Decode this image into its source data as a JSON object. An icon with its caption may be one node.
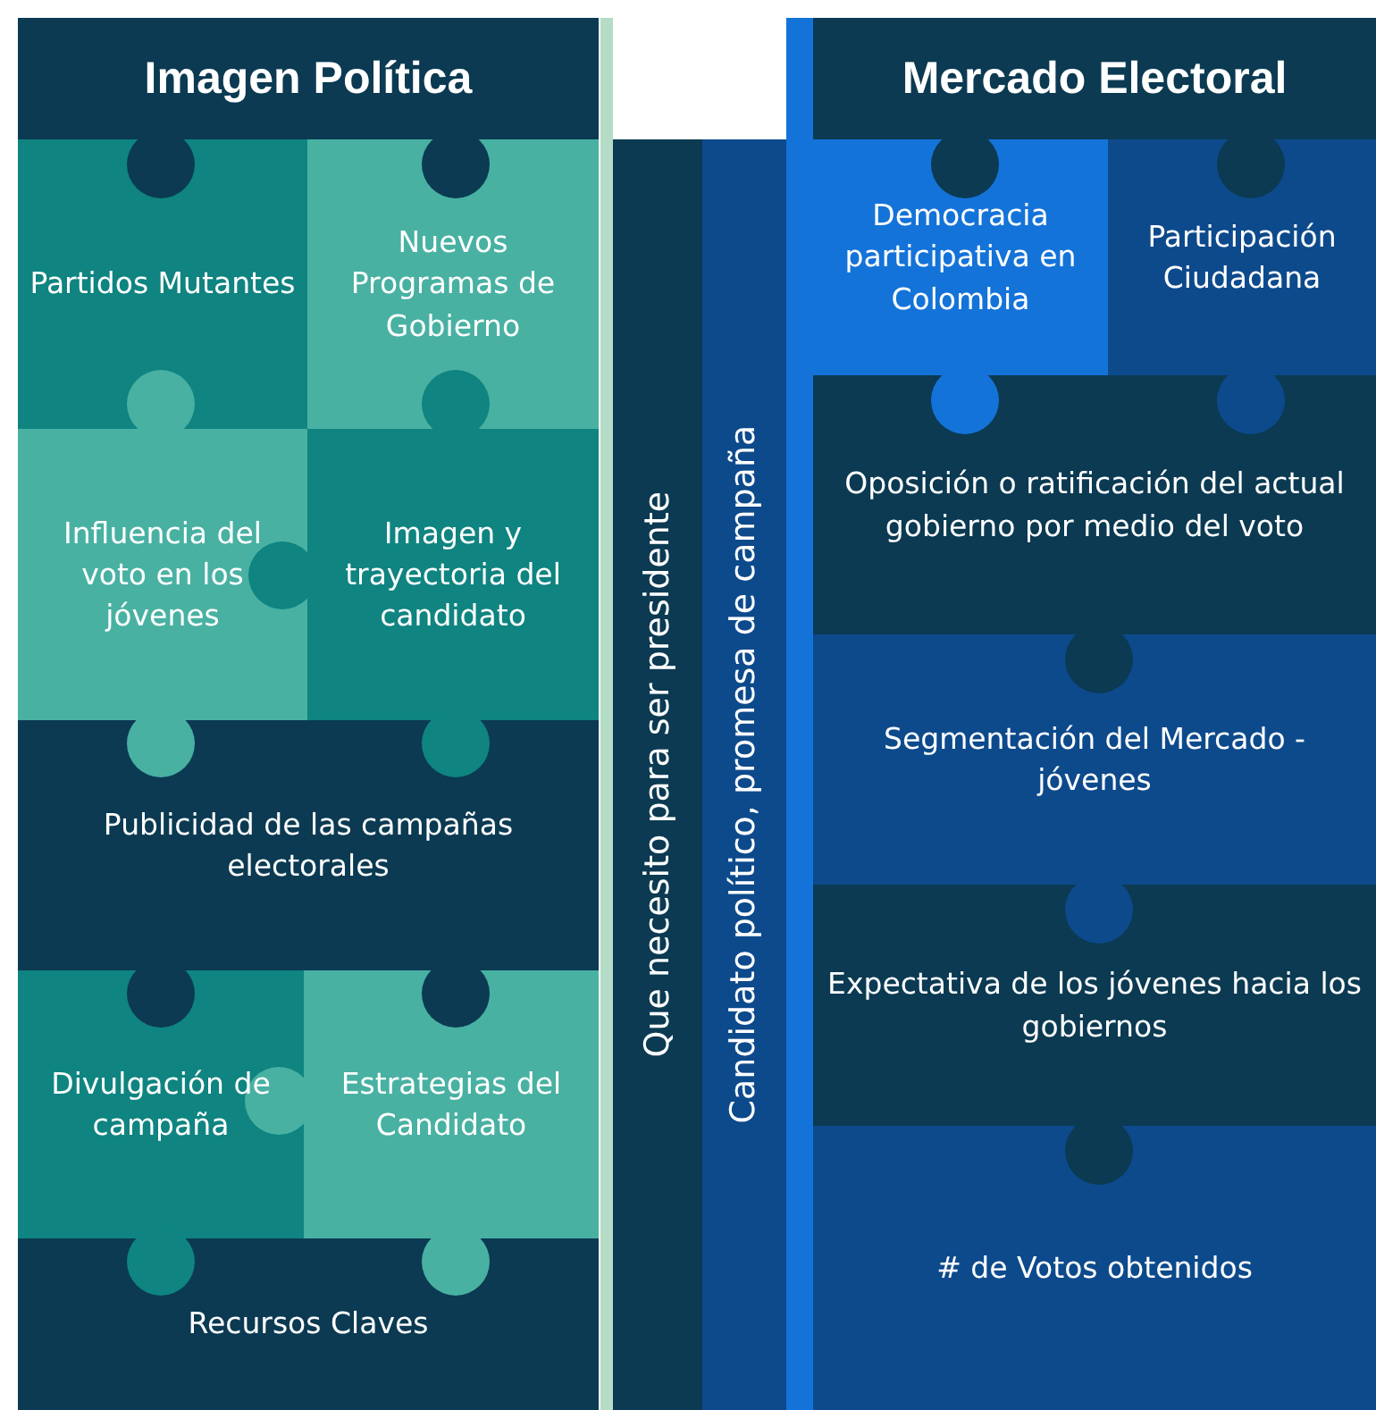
{
  "diagram": {
    "nodes": [
      {
        "text": [
          "Imagen Política"
        ]
      },
      {
        "text": [
          "Partidos Mutantes"
        ]
      },
      {
        "text": [
          "Nuevos Programas de Gobierno"
        ]
      },
      {
        "text": [
          "Influencia del voto en los jóvenes"
        ]
      },
      {
        "text": [
          "Imagen y trayectoria del candidato"
        ]
      },
      {
        "text": [
          "Publicidad de las campañas electorales"
        ]
      },
      {
        "text": [
          "Divulgación de campaña"
        ]
      },
      {
        "text": [
          "Estrategias del Candidato"
        ]
      },
      {
        "text": [
          "Recursos Claves"
        ]
      },
      {
        "text": [
          "Que necesito para ser presidente"
        ]
      },
      {
        "text": [
          "Candidato político, promesa de campaña"
        ]
      },
      {
        "text": [
          "Mercado Electoral"
        ]
      },
      {
        "text": [
          "Democracia participativa en Colombia"
        ]
      },
      {
        "text": [
          "Participación Ciudadana"
        ]
      },
      {
        "text": [
          "Oposición o ratificación del actual gobierno por medio del voto"
        ]
      },
      {
        "text": [
          "Segmentación del Mercado - jóvenes"
        ]
      },
      {
        "text": [
          "Expectativa de los jóvenes hacia los gobiernos"
        ]
      },
      {
        "text": [
          "# de Votos obtenidos"
        ]
      }
    ]
  }
}
